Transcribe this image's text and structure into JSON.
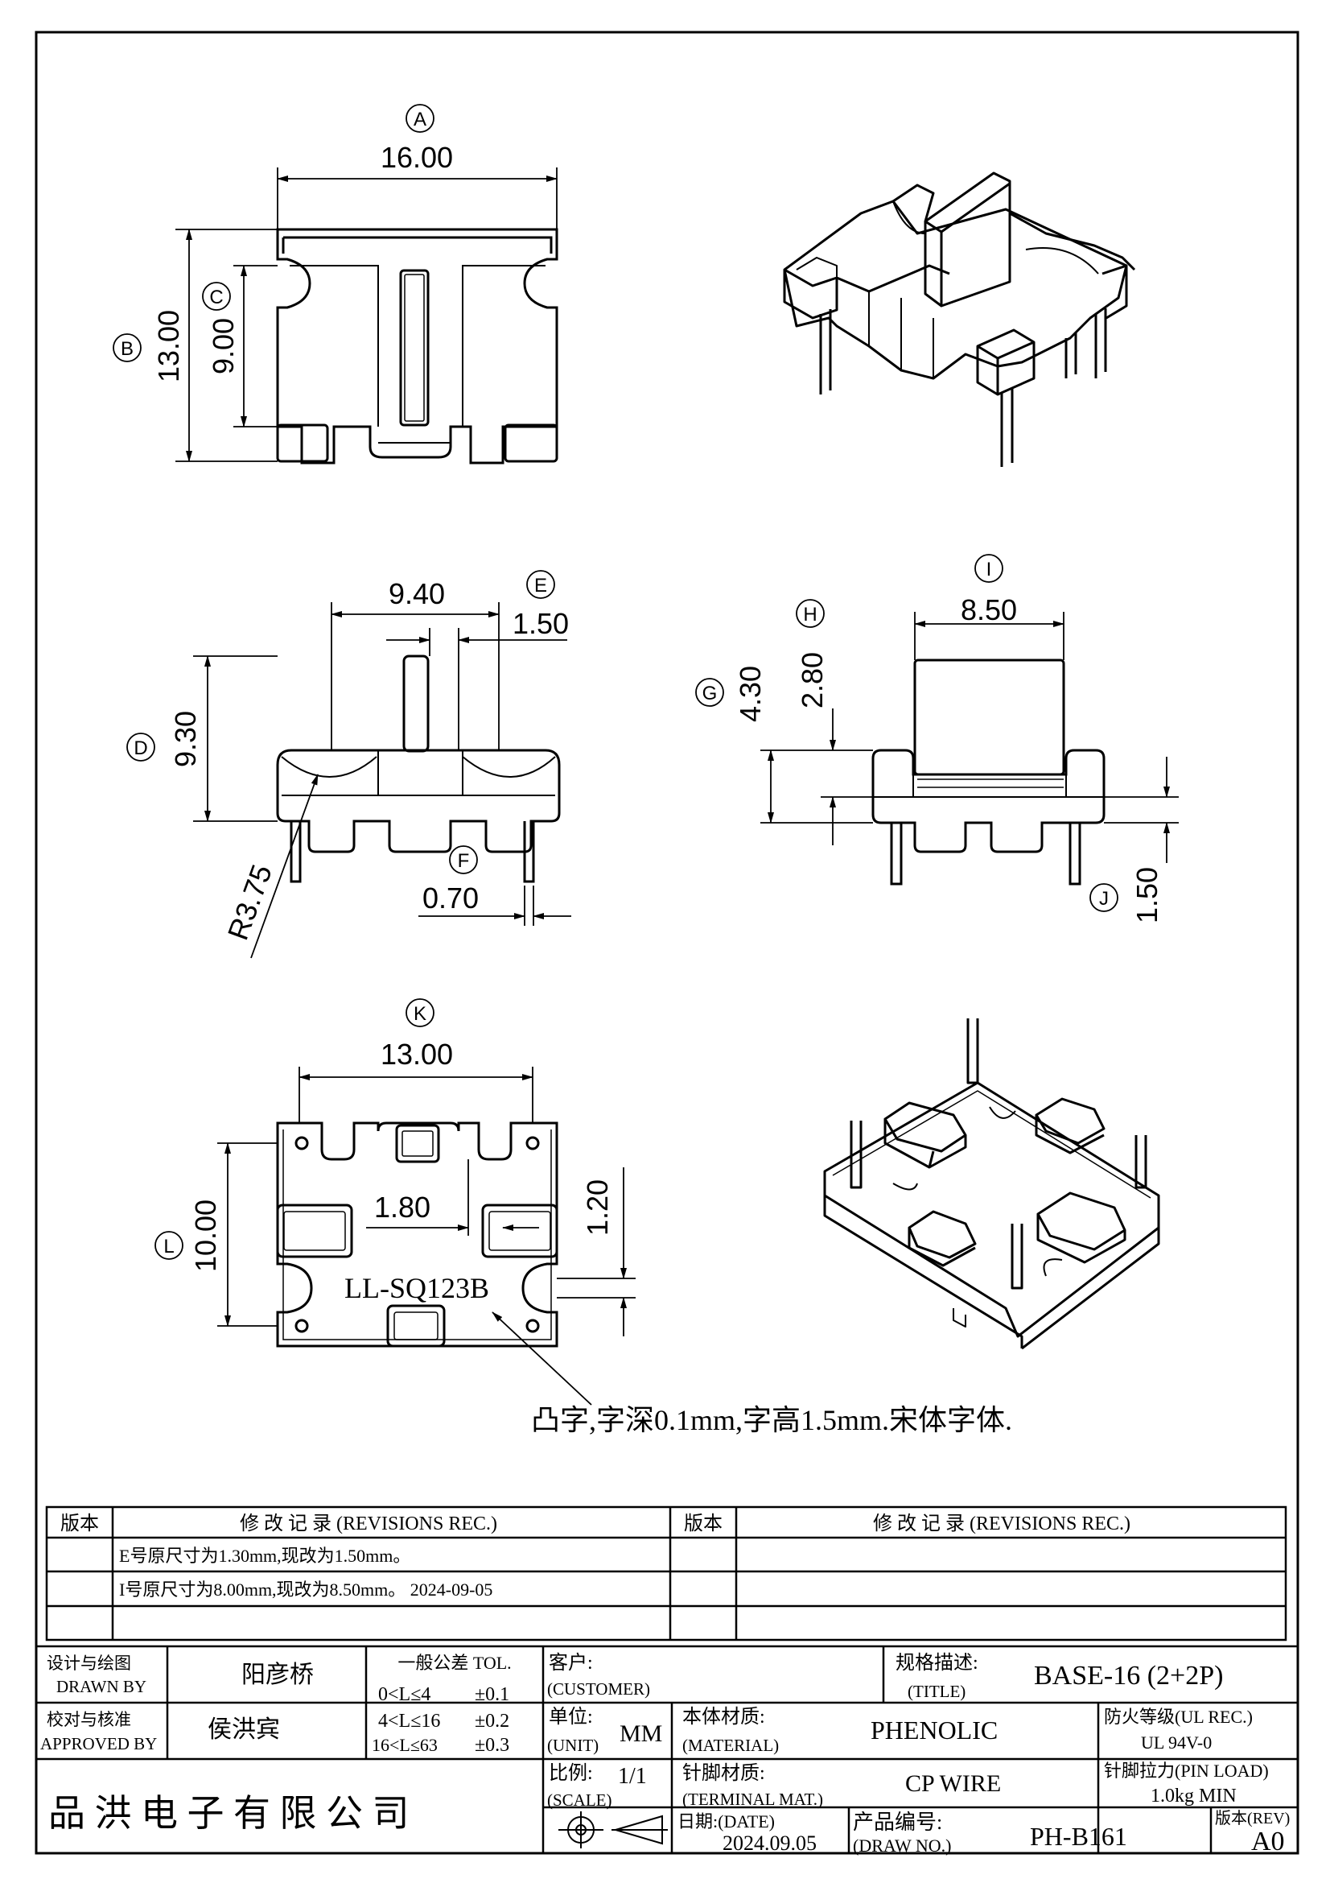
{
  "drawing": {
    "callouts": [
      "A",
      "B",
      "C",
      "D",
      "E",
      "F",
      "G",
      "H",
      "I",
      "J",
      "K",
      "L"
    ],
    "top_view": {
      "A": "16.00",
      "B": "13.00",
      "C": "9.00"
    },
    "front_view": {
      "overall_width": "9.40",
      "E": "1.50",
      "D": "9.30",
      "radius": "R3.75",
      "F": "0.70"
    },
    "side_view": {
      "I": "8.50",
      "H": "2.80",
      "G": "4.30",
      "J": "1.50"
    },
    "bottom_view": {
      "K": "13.00",
      "L": "10.00",
      "inner": "1.80",
      "step": "1.20",
      "marking": "LL-SQ123B"
    },
    "note": "凸字,字深0.1mm,字高1.5mm.宋体字体."
  },
  "revisions": {
    "header_rev": "版本",
    "header_rec": "修 改 记 录 (REVISIONS REC.)",
    "rows": [
      {
        "rev": "",
        "text": "E号原尺寸为1.30mm,现改为1.50mm。"
      },
      {
        "rev": "",
        "text": "I号原尺寸为8.00mm,现改为8.50mm。 2024-09-05"
      },
      {
        "rev": "",
        "text": ""
      }
    ]
  },
  "title_block": {
    "drawn_by_cn": "设计与绘图",
    "drawn_by_en": "DRAWN BY",
    "drawn_by": "阳彦桥",
    "approved_cn": "校对与核准",
    "approved_en": "APPROVED BY",
    "approved_by": "侯洪宾",
    "tol_header": "一般公差 TOL.",
    "tol": [
      {
        "range": "0<L≤4",
        "value": "±0.1"
      },
      {
        "range": "4<L≤16",
        "value": "±0.2"
      },
      {
        "range": "16<L≤63",
        "value": "±0.3"
      }
    ],
    "customer_cn": "客户:",
    "customer_en": "(CUSTOMER)",
    "title_cn": "规格描述:",
    "title_en": "(TITLE)",
    "title": "BASE-16 (2+2P)",
    "unit_cn": "单位:",
    "unit_en": "(UNIT)",
    "unit": "MM",
    "material_cn": "本体材质:",
    "material_en": "(MATERIAL)",
    "material": "PHENOLIC",
    "fire_cn": "防火等级(UL REC.)",
    "fire": "UL 94V-0",
    "scale_cn": "比例:",
    "scale_en": "(SCALE)",
    "scale": "1/1",
    "terminal_cn": "针脚材质:",
    "terminal_en": "(TERMINAL MAT.)",
    "terminal": "CP WIRE",
    "pinload_cn": "针脚拉力(PIN LOAD)",
    "pinload": "1.0kg MIN",
    "date_cn": "日期:(DATE)",
    "date": "2024.09.05",
    "drawno_cn": "产品编号:",
    "drawno_en": "(DRAW NO.)",
    "drawno": "PH-B161",
    "rev_cn": "版本(REV)",
    "rev": "A0",
    "company": "品 洪 电 子 有 限 公 司"
  }
}
